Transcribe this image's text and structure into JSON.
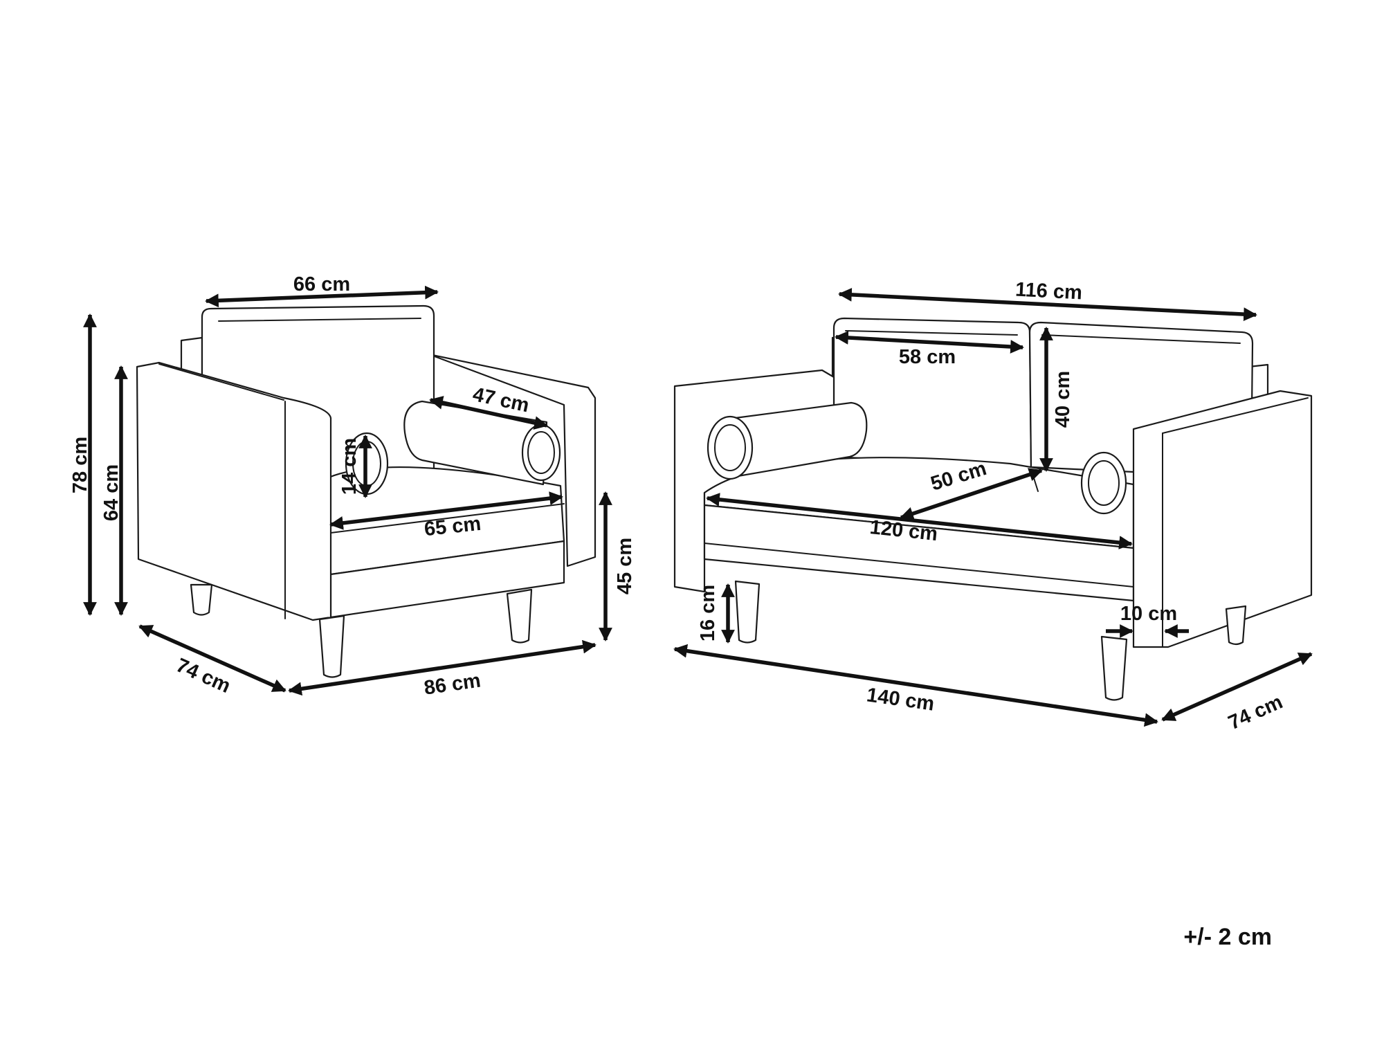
{
  "colors": {
    "line": "#1a1a1a",
    "background": "#ffffff"
  },
  "armchair": {
    "overall_width": "66 cm",
    "total_height": "78 cm",
    "armrest_height": "64 cm",
    "bolster_length": "47 cm",
    "bolster_diameter": "14 cm",
    "seat_width": "65 cm",
    "seat_height": "45 cm",
    "depth": "74 cm",
    "width": "86 cm"
  },
  "sofa": {
    "backrest_width": "116 cm",
    "cushion_width": "58 cm",
    "backrest_height": "40 cm",
    "seat_depth": "50 cm",
    "seat_width": "120 cm",
    "leg_height": "16 cm",
    "armrest_width": "10 cm",
    "width": "140 cm",
    "depth": "74 cm"
  },
  "tolerance": "+/- 2 cm"
}
